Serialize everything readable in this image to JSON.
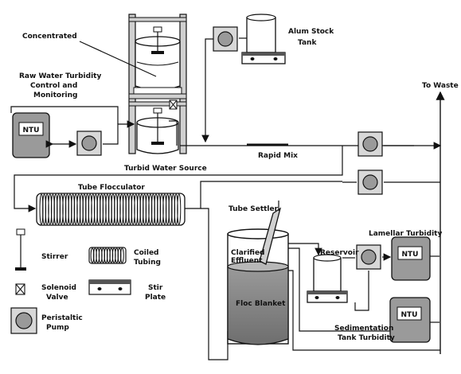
{
  "labels": {
    "concentrated": "Concentrated",
    "raw_water_1": "Raw Water Turbidity",
    "raw_water_2": "Control and",
    "raw_water_3": "Monitoring",
    "turbid_source": "Turbid Water Source",
    "alum_1": "Alum Stock",
    "alum_2": "Tank",
    "rapid_mix": "Rapid Mix",
    "to_waste": "To Waste",
    "tube_flocculator": "Tube Flocculator",
    "tube_settler": "Tube Settler",
    "clarified_1": "Clarified",
    "clarified_2": "Effluent",
    "floc_blanket": "Floc Blanket",
    "reservoir": "Reservoir",
    "lamellar": "Lamellar Turbidity",
    "sedimentation_1": "Sedimentation",
    "sedimentation_2": "Tank Turbidity"
  },
  "meters": {
    "raw_ntu": "NTU",
    "lamellar_ntu": "NTU",
    "sed_ntu": "NTU"
  },
  "legend": {
    "stirrer": "Stirrer",
    "coiled_1": "Coiled",
    "coiled_2": "Tubing",
    "solenoid_1": "Solenoid",
    "solenoid_2": "Valve",
    "stir_1": "Stir",
    "stir_2": "Plate",
    "peristaltic_1": "Peristaltic",
    "peristaltic_2": "Pump"
  }
}
